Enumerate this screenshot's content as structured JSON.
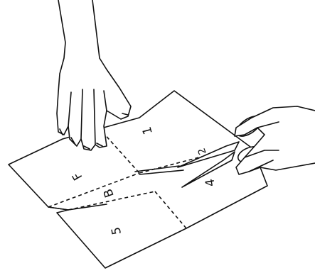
{
  "panels": {
    "top_right": "1",
    "middle_left": "F",
    "center": "B",
    "right": "4",
    "bottom": "5",
    "blade": "2"
  },
  "colors": {
    "ink": "#111111",
    "paper": "#ffffff"
  },
  "icons": [
    "scissors-icon",
    "hand-icon"
  ]
}
